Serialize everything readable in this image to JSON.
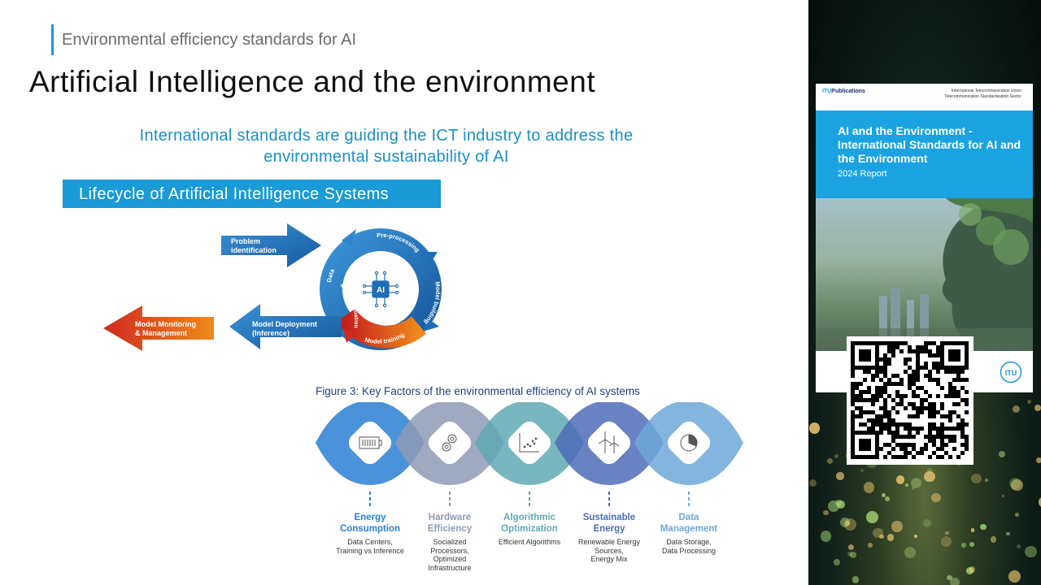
{
  "header": {
    "kicker": "Environmental efficiency standards for AI",
    "title": "Artificial Intelligence and the environment",
    "subtitle": "International standards are guiding the ICT industry to address the environmental sustainability of AI"
  },
  "lifecycle": {
    "heading": "Lifecycle of Artificial Intelligence Systems",
    "problem_identification": [
      "Problem",
      "identification"
    ],
    "model_deployment": [
      "Model Deployment",
      "(Inference)"
    ],
    "model_monitoring": [
      "Model Monitoring",
      "& Management"
    ],
    "cycle": {
      "data": "Data",
      "preprocessing": "Pre-processing",
      "model_building": "Model building",
      "model_training": "Model training",
      "model_evaluation": "Model evaluation",
      "center": "AI"
    }
  },
  "figure": {
    "title": "Figure 3: Key Factors of the environmental efficiency of AI systems",
    "factors": [
      {
        "title_lines": [
          "Energy",
          "Consumption"
        ],
        "desc_lines": [
          "Data Centers,",
          "Training vs Inference"
        ],
        "color": "#2a7fd2",
        "icon": "battery-icon"
      },
      {
        "title_lines": [
          "Hardware",
          "Efficiency"
        ],
        "desc_lines": [
          "Socialized",
          "Processors,",
          "Optimized",
          "Infrastructure"
        ],
        "color": "#8e9ab5",
        "icon": "gears-icon"
      },
      {
        "title_lines": [
          "Algorithmic",
          "Optimization"
        ],
        "desc_lines": [
          "Efficient Algorithms"
        ],
        "color": "#5fa9b3",
        "icon": "scatter-chart-icon"
      },
      {
        "title_lines": [
          "Sustainable",
          "Energy"
        ],
        "desc_lines": [
          "Renewable Energy",
          "Sources,",
          "Energy Mix"
        ],
        "color": "#4d6cb8",
        "icon": "wind-turbine-icon"
      },
      {
        "title_lines": [
          "Data",
          "Management"
        ],
        "desc_lines": [
          "Data Storage,",
          "Data Processing"
        ],
        "color": "#6ea8d8",
        "icon": "pie-chart-icon"
      }
    ]
  },
  "report": {
    "publisher_prefix": "ITU",
    "publisher_suffix": "Publications",
    "org_lines": [
      "International Telecommunication Union",
      "Telecommunication Standardization Sector"
    ],
    "title": "AI and the Environment - International Standards for AI and the Environment",
    "year": "2024 Report",
    "logo_text": "ITU"
  },
  "colors": {
    "accent": "#1a9ad6",
    "title_text": "#111111",
    "subtitle_text": "#1a8fc4",
    "cycle_blue": "#1f6fb8",
    "monitor_red": "#d0281e",
    "monitor_orange": "#f08a1c"
  }
}
